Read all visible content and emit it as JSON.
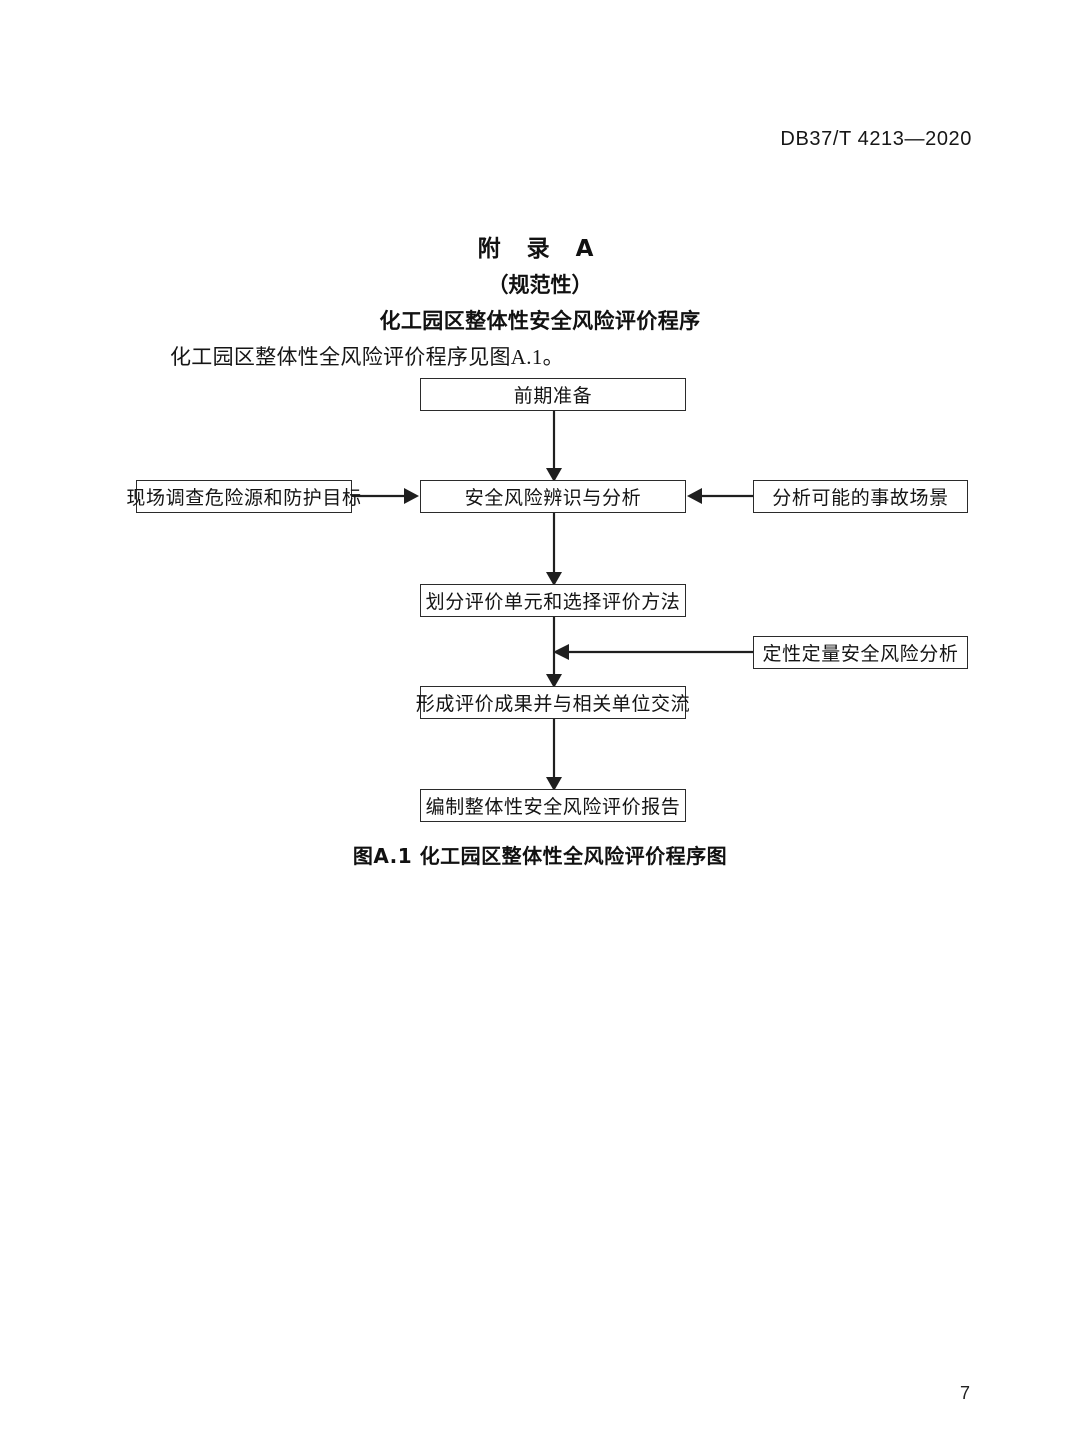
{
  "header": {
    "standard_number": "DB37/T 4213—2020"
  },
  "annex": {
    "label": "附 录 A",
    "type": "（规范性）",
    "title": "化工园区整体性安全风险评价程序"
  },
  "body": {
    "intro": "化工园区整体性全风险评价程序见图A.1。"
  },
  "figure": {
    "caption": "图A.1  化工园区整体性全风险评价程序图",
    "nodes": {
      "preparation": "前期准备",
      "identification": "安全风险辨识与分析",
      "site_survey": "现场调查危险源和防护目标",
      "accident_scenario": "分析可能的事故场景",
      "unit_method": "划分评价单元和选择评价方法",
      "quantitative": "定性定量安全风险分析",
      "results_exchange": "形成评价成果并与相关单位交流",
      "report": "编制整体性安全风险评价报告"
    }
  },
  "footer": {
    "page_number": "7"
  },
  "colors": {
    "ink": "#141414",
    "box_border": "#2b2b2b",
    "page_background": "#ffffff"
  }
}
